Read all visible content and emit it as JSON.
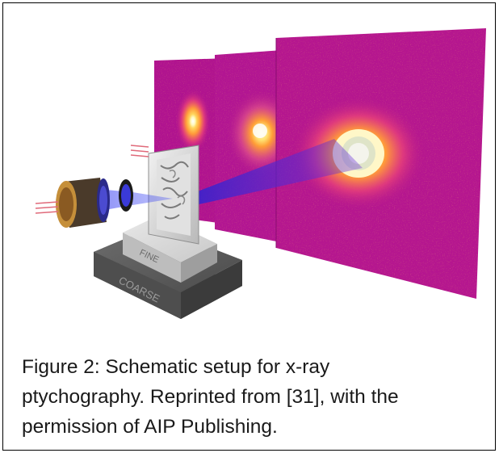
{
  "figure": {
    "stage_labels": {
      "fine": "FINE",
      "coarse": "COARSE"
    }
  },
  "caption": {
    "lines": [
      "Figure 2: Schematic setup for x-ray",
      "ptychography. Reprinted from [31], with the",
      "permission of AIP Publishing."
    ]
  }
}
